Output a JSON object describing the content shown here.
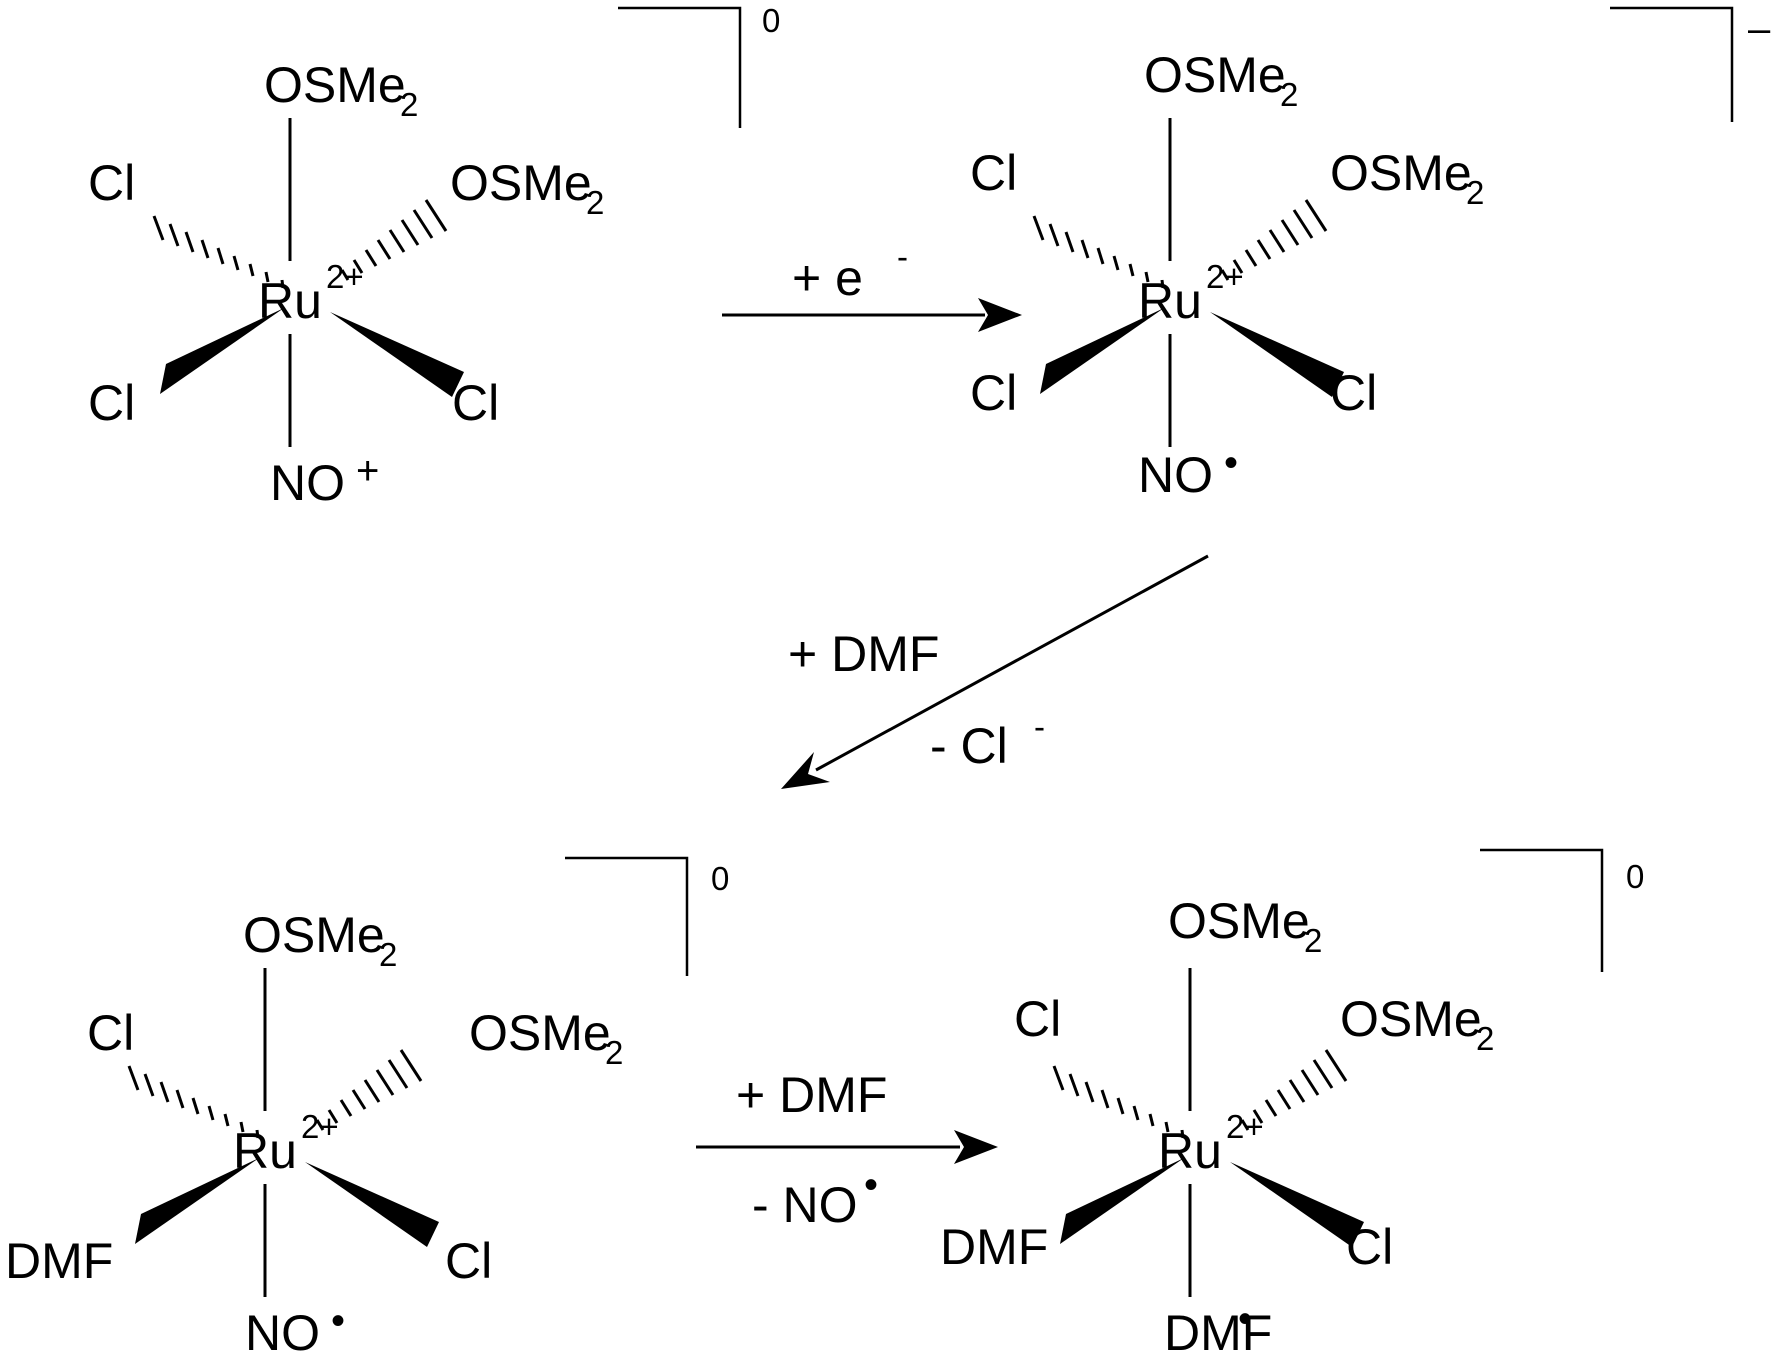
{
  "complexes": [
    {
      "id": "c1",
      "center": "Ru",
      "center_charge": "2+",
      "axial_top": "OSMe",
      "axial_top_sub": "2",
      "axial_bottom": "NO",
      "axial_bottom_sup": "+",
      "hash_left": "Cl",
      "hash_right": "OSMe",
      "hash_right_sub": "2",
      "wedge_left": "Cl",
      "wedge_right": "Cl",
      "overall_charge": "0"
    },
    {
      "id": "c2",
      "center": "Ru",
      "center_charge": "2+",
      "axial_top": "OSMe",
      "axial_top_sub": "2",
      "axial_bottom": "NO",
      "axial_bottom_sup": "•",
      "hash_left": "Cl",
      "hash_right": "OSMe",
      "hash_right_sub": "2",
      "wedge_left": "Cl",
      "wedge_right": "Cl",
      "overall_charge": "–"
    },
    {
      "id": "c3",
      "center": "Ru",
      "center_charge": "2+",
      "axial_top": "OSMe",
      "axial_top_sub": "2",
      "axial_bottom": "NO",
      "axial_bottom_sup": "•",
      "hash_left": "Cl",
      "hash_right": "OSMe",
      "hash_right_sub": "2",
      "wedge_left": "DMF",
      "wedge_right": "Cl",
      "overall_charge": "0"
    },
    {
      "id": "c4",
      "center": "Ru",
      "center_charge": "2+",
      "axial_top": "OSMe",
      "axial_top_sub": "2",
      "axial_bottom": "DMF",
      "axial_bottom_sup": "•",
      "hash_left": "Cl",
      "hash_right": "OSMe",
      "hash_right_sub": "2",
      "wedge_left": "DMF",
      "wedge_right": "Cl",
      "overall_charge": "0"
    }
  ],
  "reactions": [
    {
      "id": "r1",
      "above": "+ e",
      "above_sup": "-",
      "below": "",
      "below_sup": ""
    },
    {
      "id": "r2",
      "above": "+ DMF",
      "above_sup": "",
      "below": "- Cl",
      "below_sup": "-"
    },
    {
      "id": "r3",
      "above": "+ DMF",
      "above_sup": "",
      "below": "- NO",
      "below_sup": "•"
    }
  ]
}
